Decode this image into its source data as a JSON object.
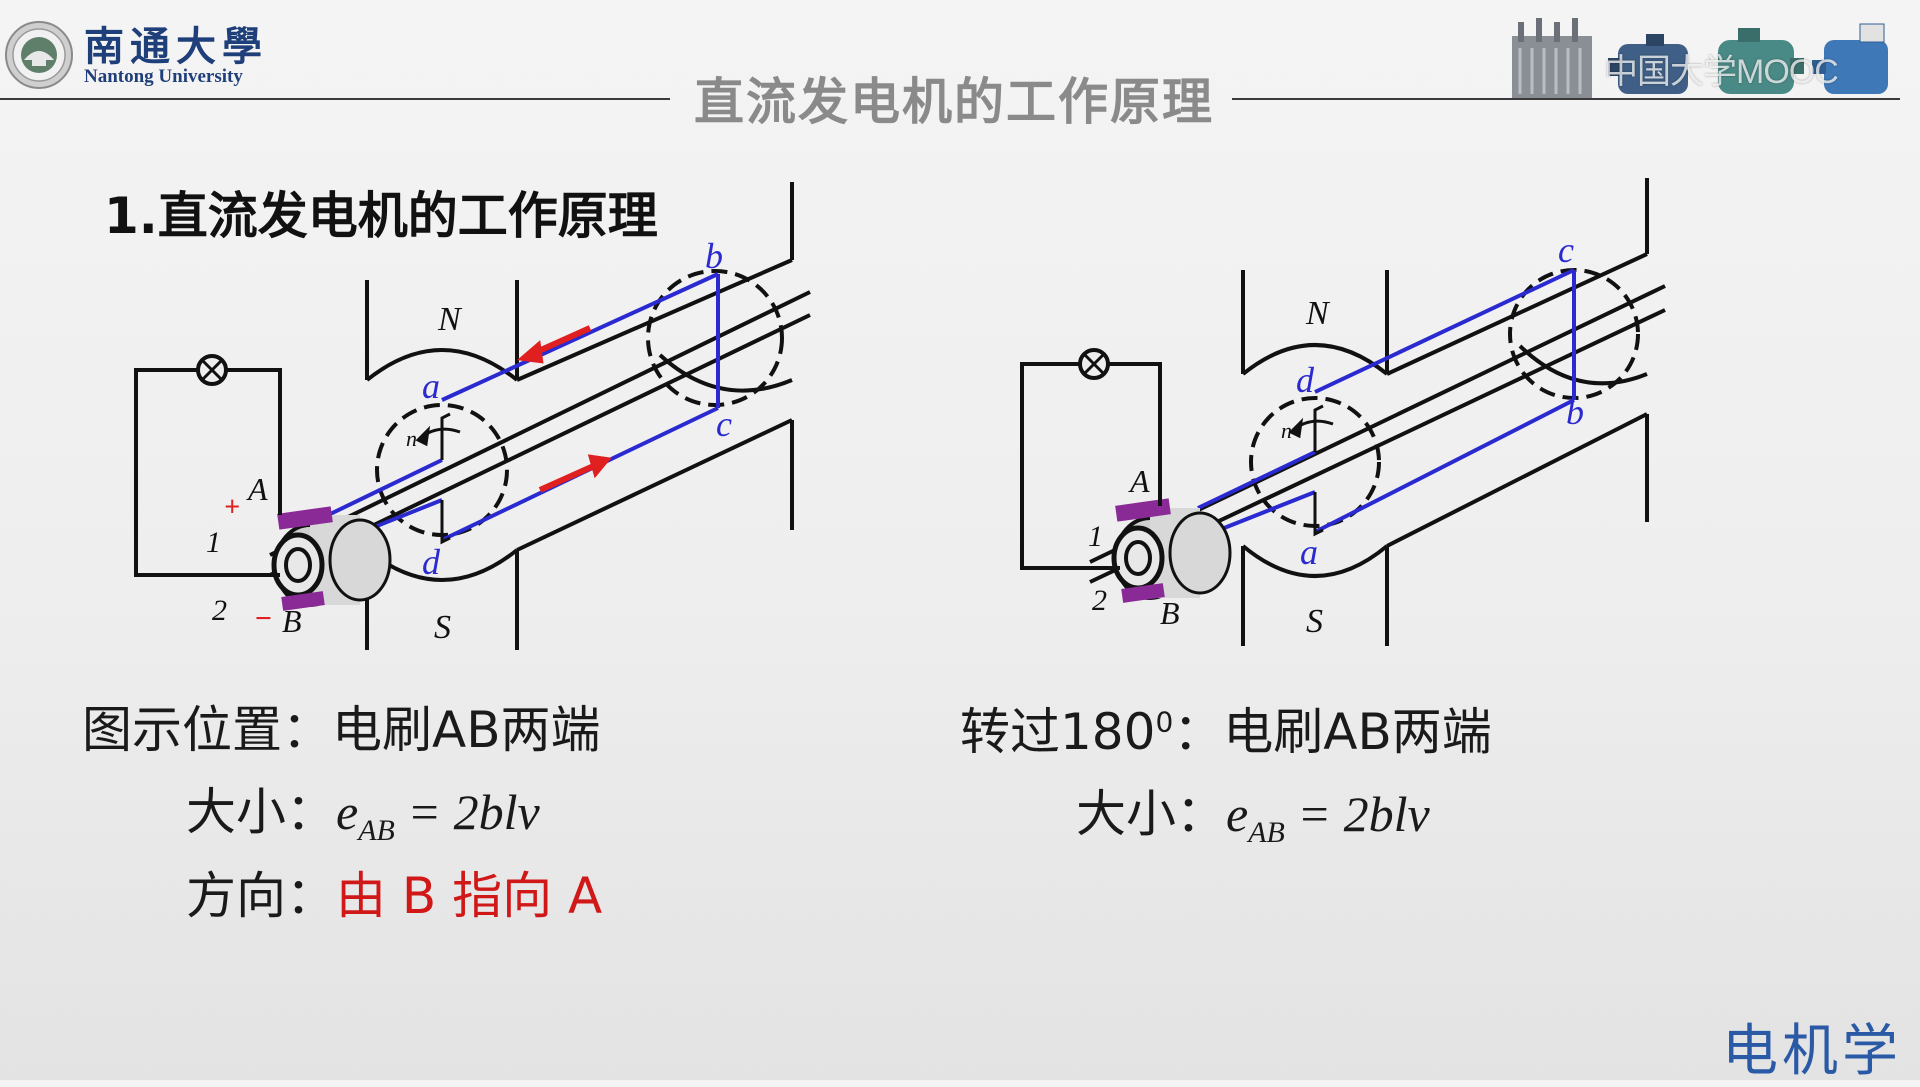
{
  "header": {
    "university_cn": "南通大學",
    "university_en": "Nantong University",
    "slide_title": "直流发电机的工作原理",
    "watermark": "中国大学MOOC"
  },
  "section": {
    "heading": "1.直流发电机的工作原理"
  },
  "left_panel": {
    "labels": {
      "b": "b",
      "N": "N",
      "a": "a",
      "c": "c",
      "n": "n",
      "A": "A",
      "plus": "+",
      "one": "1",
      "two": "2",
      "minus": "−",
      "B": "B",
      "d": "d",
      "S": "S"
    },
    "position_label": "图示位置",
    "colon": "：",
    "position_value": "电刷AB两端",
    "magnitude_label": "大小",
    "formula_e": "e",
    "formula_sub": "AB",
    "formula_rest": " = 2blv",
    "direction_label": "方向",
    "direction_value": "由 B 指向 A"
  },
  "right_panel": {
    "labels": {
      "c": "c",
      "N": "N",
      "d": "d",
      "b": "b",
      "n": "n",
      "A": "A",
      "one": "1",
      "two": "2",
      "B": "B",
      "a": "a",
      "S": "S"
    },
    "rotation_label": "转过180",
    "rotation_sup": "0",
    "colon": "：",
    "rotation_value": "电刷AB两端",
    "magnitude_label": "大小",
    "formula_e": "e",
    "formula_sub": "AB",
    "formula_rest": " = 2blv"
  },
  "footer": {
    "course_name": "电机学"
  },
  "colors": {
    "coil": "#2a2ad0",
    "arrow": "#e02020",
    "brush": "#8a2a96",
    "logo_blue": "#1f3f7a",
    "title_gray": "#8a8a8a",
    "course_blue": "#2a5aa6",
    "direction_red": "#d01818"
  },
  "icons": {
    "lamp": "lamp-cross-icon",
    "logo": "university-seal-icon",
    "machines": "electric-machines-images"
  }
}
